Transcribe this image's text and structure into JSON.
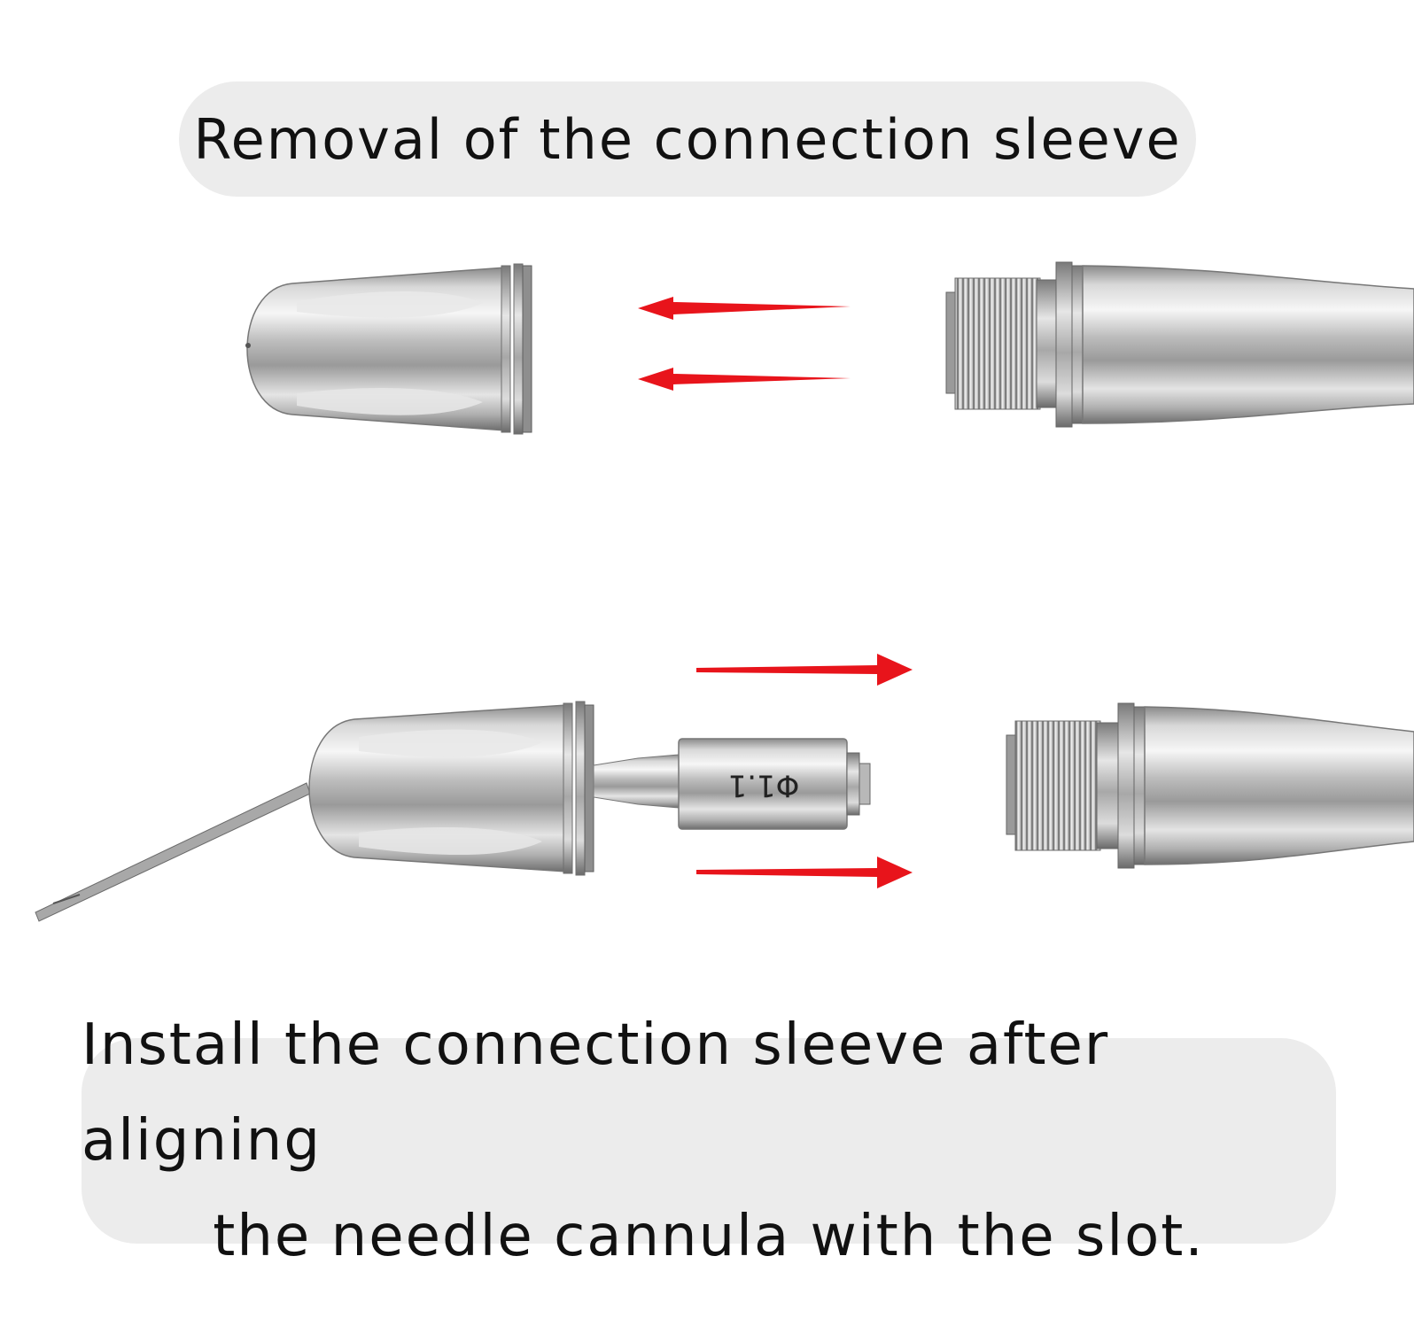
{
  "caption_top": "Removal of the connection sleeve",
  "caption_bottom": {
    "line1": "Install the connection sleeve after aligning",
    "line2": "the needle cannula with the slot."
  },
  "sleeve_marking": "Φ1.1",
  "colors": {
    "arrow": "#e8141b",
    "caption_bg": "#ececec",
    "metal_light": "#f4f4f4",
    "metal_dark": "#7a7a7a"
  },
  "icons": [
    "arrow-left-icon",
    "arrow-right-icon"
  ]
}
